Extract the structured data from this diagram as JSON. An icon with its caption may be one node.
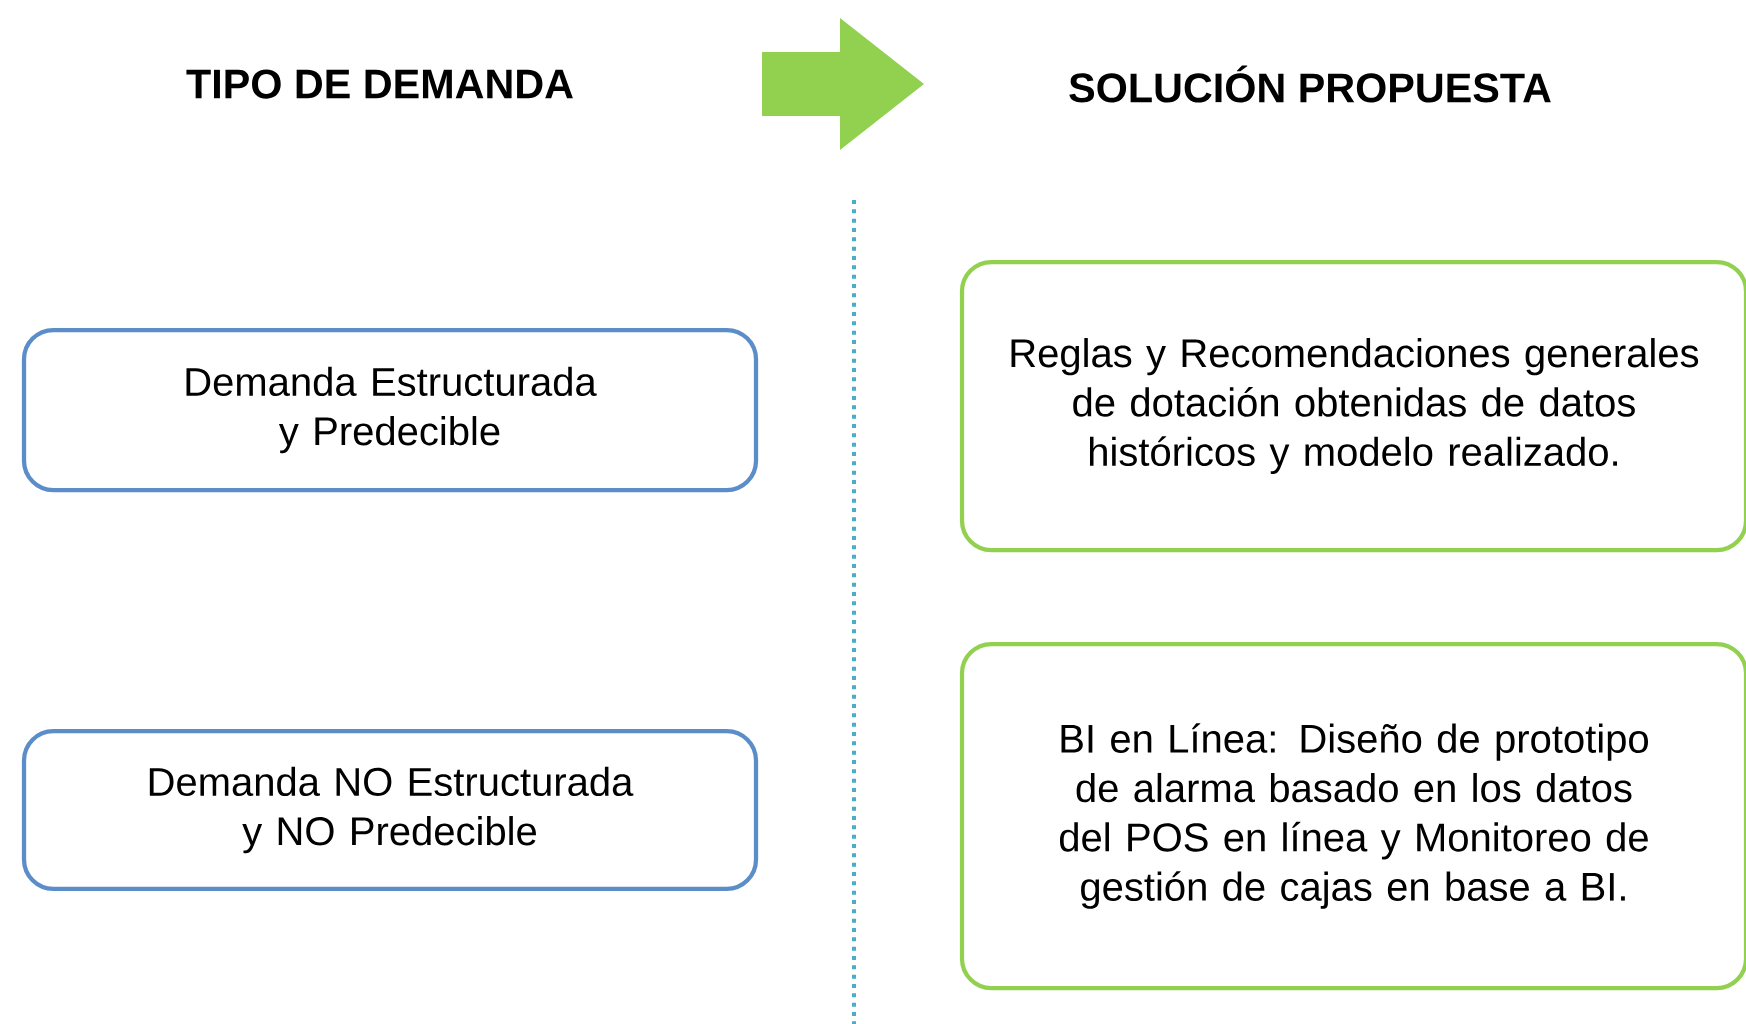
{
  "diagram": {
    "nodes": [
      {
        "text": [
          "Demanda Estructurada y Predecible"
        ]
      },
      {
        "text": [
          "Demanda NO Estructurada y NO Predecible"
        ]
      },
      {
        "text": [
          "Reglas y Recomendaciones generales de dotación obtenidas de datos históricos y modelo realizado."
        ]
      },
      {
        "text": [
          "BI en Línea: Diseño de prototipo de alarma basado en los datos del POS en línea y Monitoreo de gestión de cajas en base a BI."
        ]
      }
    ],
    "labels": [
      "TIPO DE DEMANDA",
      "SOLUCIÓN PROPUESTA"
    ]
  }
}
